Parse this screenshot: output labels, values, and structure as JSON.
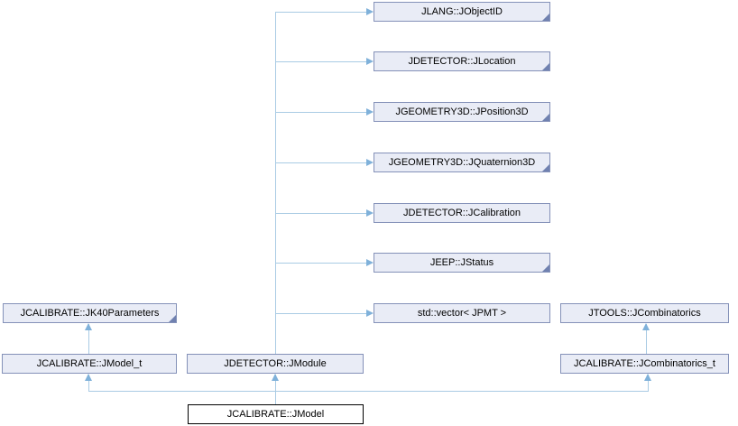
{
  "diagram": {
    "type": "class-inheritance-graph",
    "colors": {
      "node_fill": "#e9ecf6",
      "node_border": "#8491b8",
      "fold_corner": "#7081b0",
      "edge_line": "#a9cbe4",
      "arrow_head": "#7fb1da",
      "focus_node_border": "#000000",
      "focus_node_fill": "#ffffff",
      "text": "#000000"
    },
    "nodes": [
      {
        "id": "jlang-jobjectid",
        "label": "JLANG::JObjectID"
      },
      {
        "id": "jdetector-jlocation",
        "label": "JDETECTOR::JLocation"
      },
      {
        "id": "jgeometry3d-jposition3d",
        "label": "JGEOMETRY3D::JPosition3D"
      },
      {
        "id": "jgeometry3d-jquaternion3d",
        "label": "JGEOMETRY3D::JQuaternion3D"
      },
      {
        "id": "jdetector-jcalibration",
        "label": "JDETECTOR::JCalibration"
      },
      {
        "id": "jeep-jstatus",
        "label": "JEEP::JStatus"
      },
      {
        "id": "std-vector-jpmt",
        "label": "std::vector< JPMT >"
      },
      {
        "id": "jcalibrate-jk40parameters",
        "label": "JCALIBRATE::JK40Parameters"
      },
      {
        "id": "jtools-jcombinatorics",
        "label": "JTOOLS::JCombinatorics"
      },
      {
        "id": "jcalibrate-jmodel-t",
        "label": "JCALIBRATE::JModel_t"
      },
      {
        "id": "jdetector-jmodule",
        "label": "JDETECTOR::JModule"
      },
      {
        "id": "jcalibrate-jcombinatorics-t",
        "label": "JCALIBRATE::JCombinatorics_t"
      },
      {
        "id": "jcalibrate-jmodel",
        "label": "JCALIBRATE::JModel"
      }
    ],
    "edges": [
      {
        "from": "jdetector-jmodule",
        "to": "jlang-jobjectid"
      },
      {
        "from": "jdetector-jmodule",
        "to": "jdetector-jlocation"
      },
      {
        "from": "jdetector-jmodule",
        "to": "jgeometry3d-jposition3d"
      },
      {
        "from": "jdetector-jmodule",
        "to": "jgeometry3d-jquaternion3d"
      },
      {
        "from": "jdetector-jmodule",
        "to": "jdetector-jcalibration"
      },
      {
        "from": "jdetector-jmodule",
        "to": "jeep-jstatus"
      },
      {
        "from": "jdetector-jmodule",
        "to": "std-vector-jpmt"
      },
      {
        "from": "jcalibrate-jmodel-t",
        "to": "jcalibrate-jk40parameters"
      },
      {
        "from": "jcalibrate-jcombinatorics-t",
        "to": "jtools-jcombinatorics"
      },
      {
        "from": "jcalibrate-jmodel",
        "to": "jcalibrate-jmodel-t"
      },
      {
        "from": "jcalibrate-jmodel",
        "to": "jdetector-jmodule"
      },
      {
        "from": "jcalibrate-jmodel",
        "to": "jcalibrate-jcombinatorics-t"
      }
    ]
  }
}
